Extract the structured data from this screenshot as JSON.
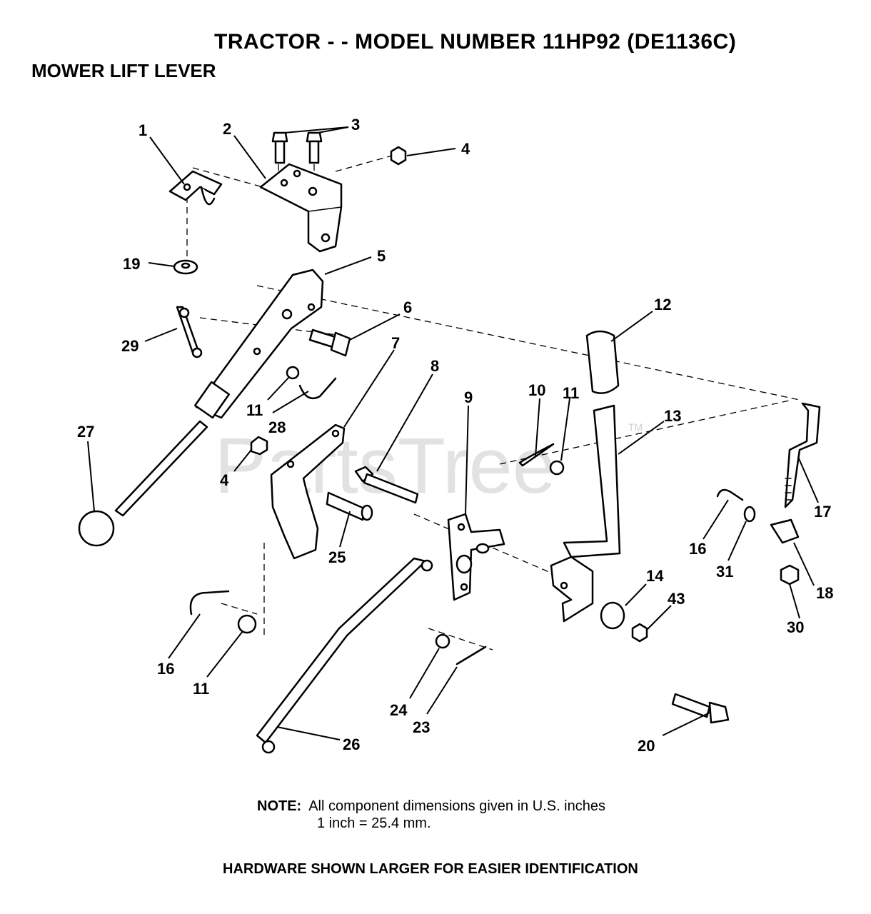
{
  "header": {
    "title": "TRACTOR - - MODEL NUMBER 11HP92 (DE1136C)",
    "subtitle": "MOWER LIFT LEVER"
  },
  "watermark": {
    "text": "PartsTree",
    "tm": "TM"
  },
  "callouts": [
    "1",
    "2",
    "3",
    "4",
    "19",
    "5",
    "6",
    "29",
    "12",
    "7",
    "8",
    "9",
    "10",
    "11",
    "11",
    "28",
    "27",
    "4",
    "13",
    "17",
    "25",
    "16",
    "31",
    "18",
    "14",
    "43",
    "30",
    "16",
    "11",
    "24",
    "23",
    "26",
    "20"
  ],
  "note": {
    "label": "NOTE:",
    "line1": "All component dimensions given in U.S. inches",
    "line2": "1 inch = 25.4 mm."
  },
  "footer": "HARDWARE SHOWN LARGER FOR EASIER IDENTIFICATION"
}
